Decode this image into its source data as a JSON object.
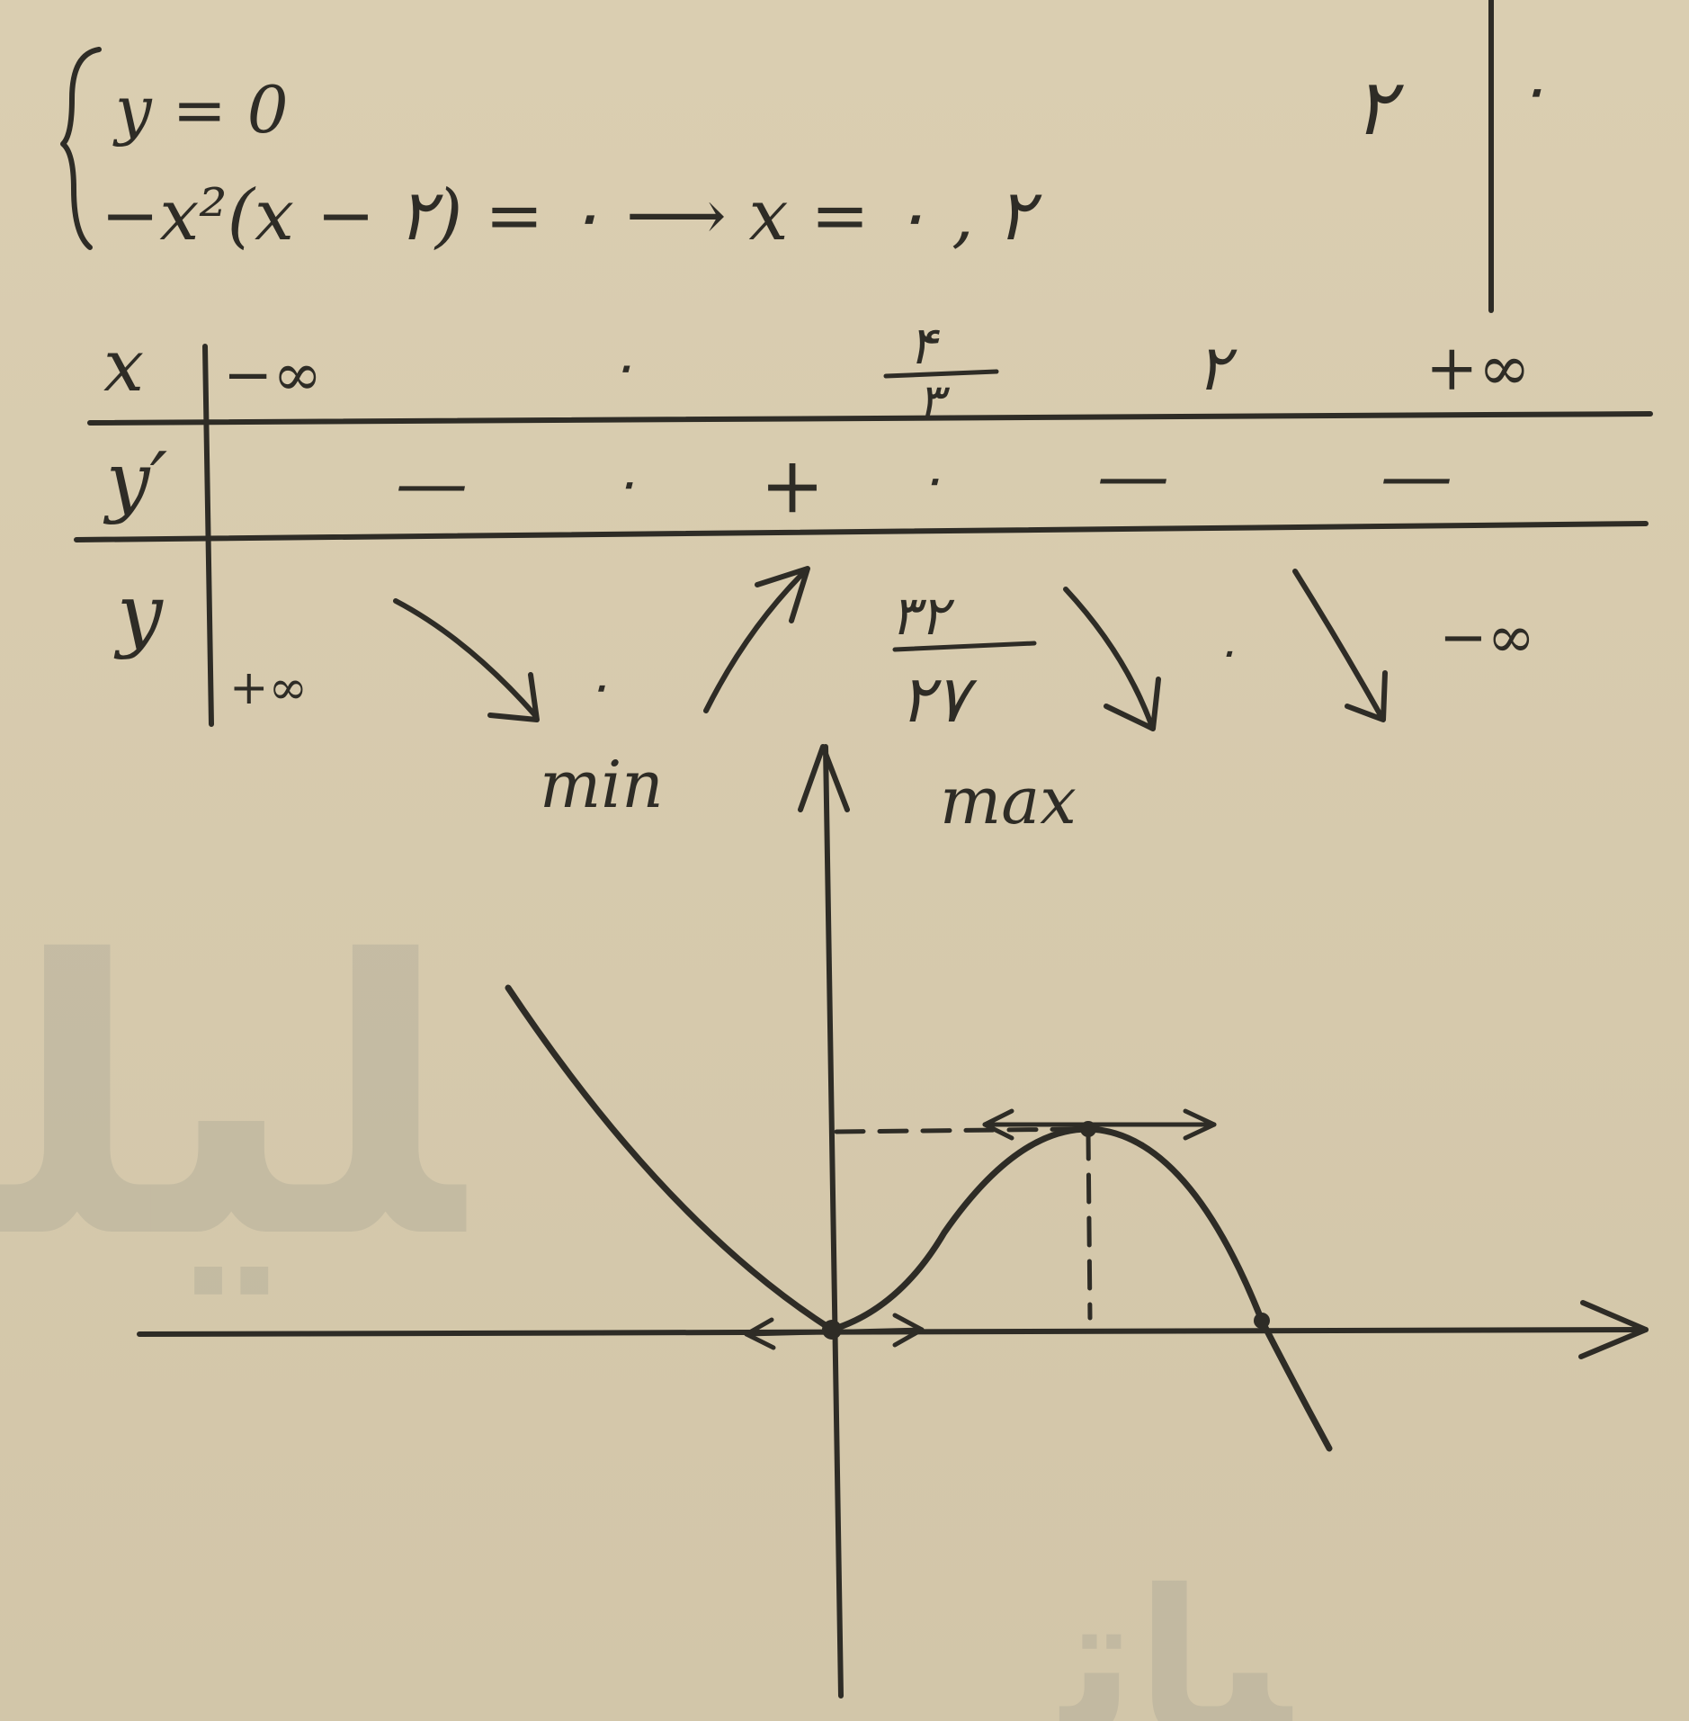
{
  "system": {
    "eq1": "y = 0",
    "eq2": "−x²(x − ۲) = ۰  ⟶  x = ۰ , ۲"
  },
  "corner": {
    "left": "۲",
    "right": "۰"
  },
  "table": {
    "labels": {
      "x": "x",
      "yprime": "y′",
      "y": "y"
    },
    "x_row": [
      "−∞",
      "۰",
      "۴/۳",
      "۲",
      "+∞"
    ],
    "x_frac": {
      "num": "۴",
      "den": "۳"
    },
    "yprime_row": [
      "—",
      "۰",
      "+",
      "۰",
      "—",
      "—"
    ],
    "y_row": {
      "start": "+∞",
      "min_value": "۰",
      "max_frac": {
        "num": "۳۲",
        "den": "۲۷"
      },
      "zero": "۰",
      "end": "−∞"
    },
    "min_label": "min",
    "max_label": "max"
  }
}
